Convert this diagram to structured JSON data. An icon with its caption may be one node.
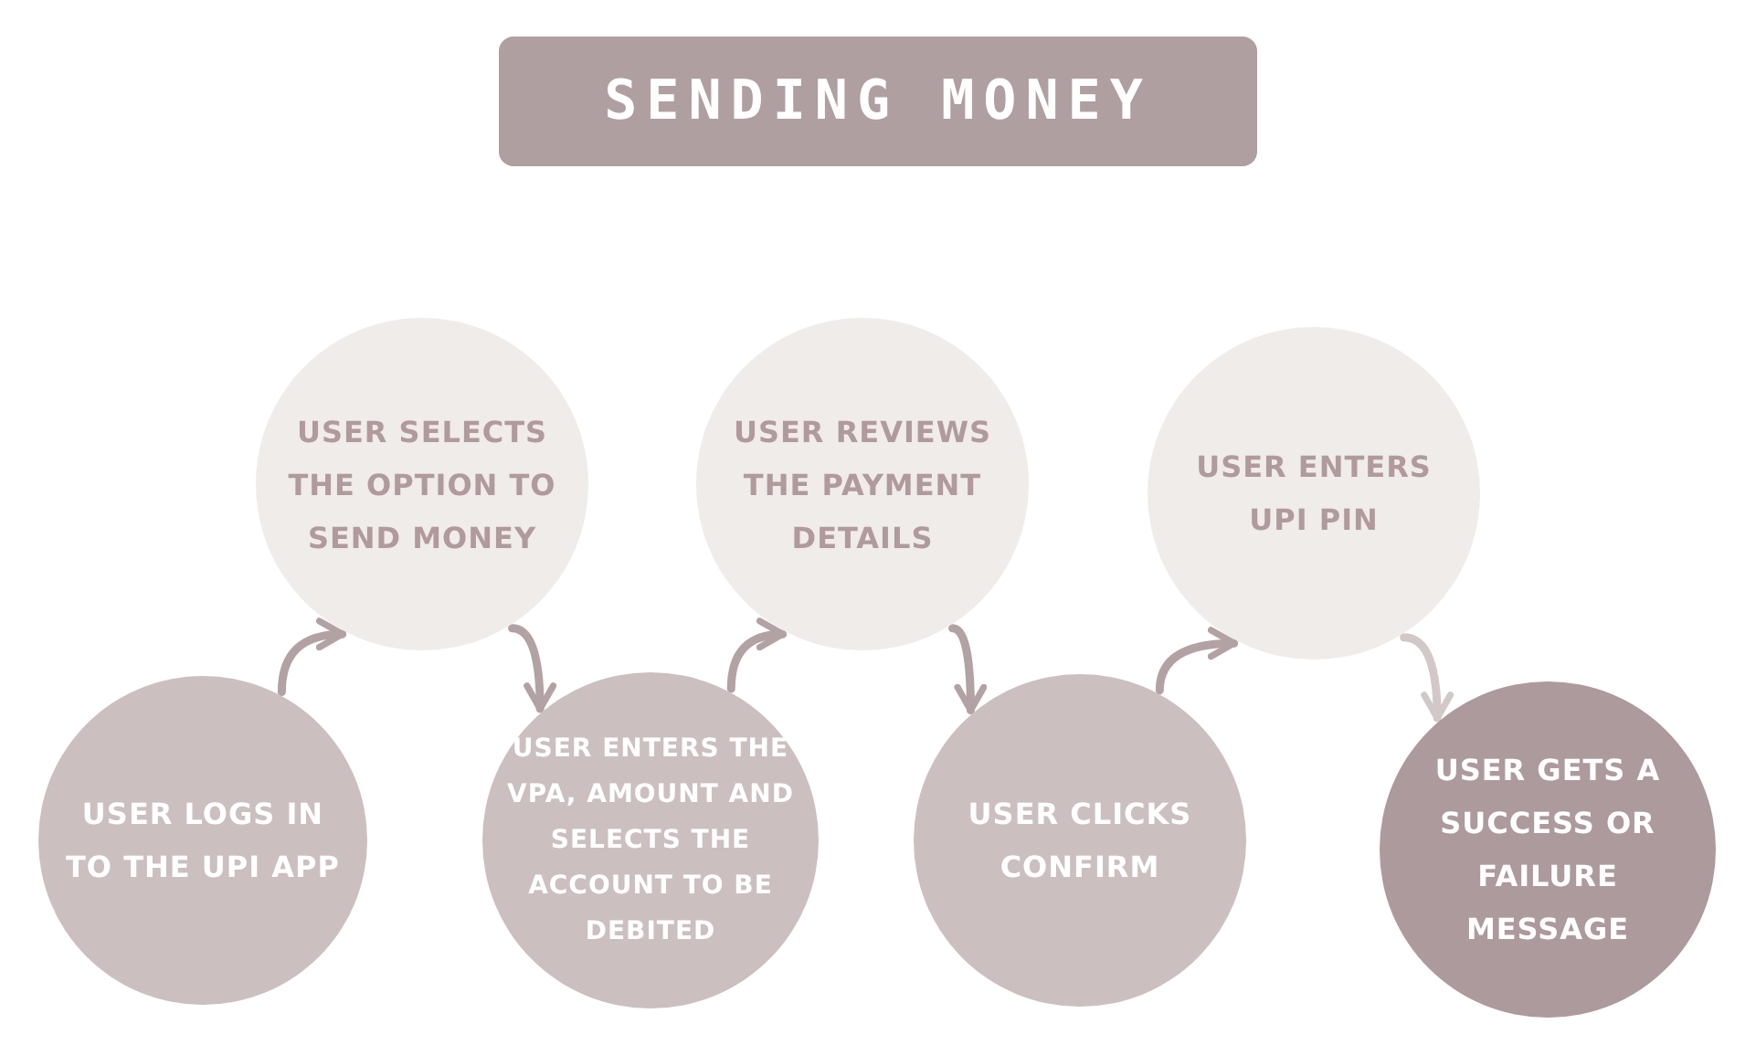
{
  "diagram": {
    "title": "SENDING MONEY",
    "nodes": [
      {
        "text": [
          "USER LOGS IN TO THE UPI APP"
        ]
      },
      {
        "text": [
          "USER SELECTS THE OPTION TO SEND MONEY"
        ]
      },
      {
        "text": [
          "USER ENTERS THE VPA, AMOUNT AND SELECTS THE ACCOUNT TO BE DEBITED"
        ]
      },
      {
        "text": [
          "USER REVIEWS THE PAYMENT DETAILS"
        ]
      },
      {
        "text": [
          "USER CLICKS CONFIRM"
        ]
      },
      {
        "text": [
          "USER ENTERS UPI PIN"
        ]
      },
      {
        "text": [
          "USER GETS A SUCCESS OR FAILURE MESSAGE"
        ]
      }
    ],
    "edges": [
      {
        "from": 0,
        "to": 1,
        "arrow": "to"
      },
      {
        "from": 1,
        "to": 2,
        "arrow": "to"
      },
      {
        "from": 2,
        "to": 3,
        "arrow": "to"
      },
      {
        "from": 3,
        "to": 4,
        "arrow": "to"
      },
      {
        "from": 4,
        "to": 5,
        "arrow": "to"
      },
      {
        "from": 5,
        "to": 6,
        "arrow": "to",
        "color": "#d2c8c8"
      }
    ]
  }
}
